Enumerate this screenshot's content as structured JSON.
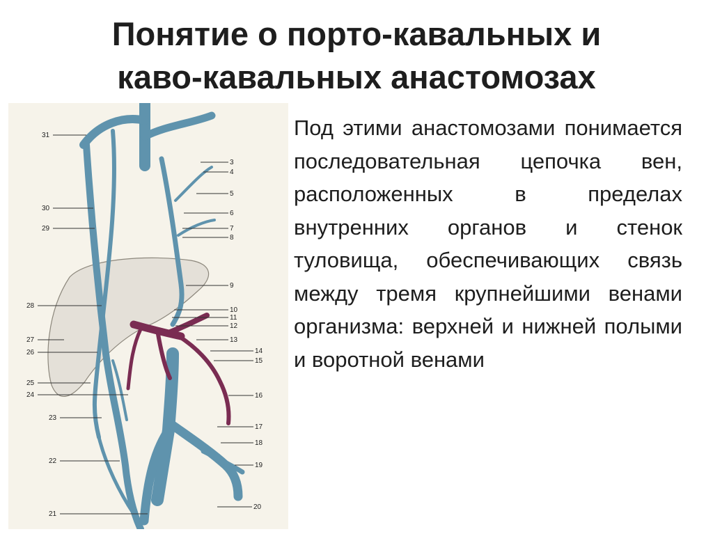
{
  "slide": {
    "title_line1": "Понятие о порто-кавальных и",
    "title_line2": "каво-кавальных анастомозах",
    "description": "Под этими анастомозами понимается последовательная цепочка вен, расположенных в пределах внутренних органов и стенок туловища, обеспечивающих связь между тремя крупнейшими венами организма: верхней и нижней полыми и воротной венами"
  },
  "figure": {
    "labels_right": [
      "3",
      "4",
      "5",
      "6",
      "7",
      "8",
      "9",
      "10",
      "11",
      "12",
      "13",
      "14",
      "15",
      "16",
      "17",
      "18",
      "19",
      "20"
    ],
    "labels_left": [
      "31",
      "30",
      "29",
      "28",
      "27",
      "26",
      "25",
      "24",
      "23",
      "22",
      "21"
    ]
  },
  "colors": {
    "vein_blue": "#5f93ad",
    "vein_dark": "#2f5c74",
    "portal_purple": "#7a2c52",
    "liver": "#e4e0d8",
    "background": "#f6f3ea",
    "text": "#1e1e1e"
  }
}
